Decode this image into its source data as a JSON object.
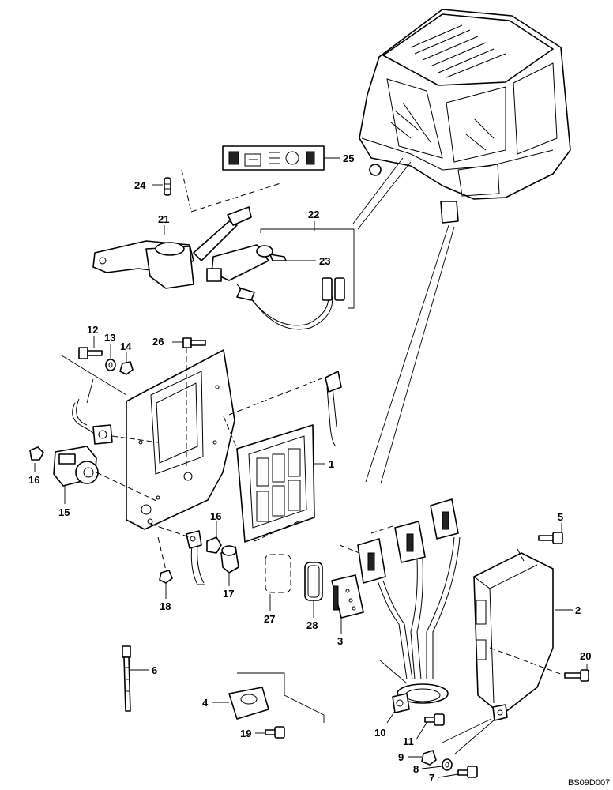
{
  "callouts": {
    "c1": "1",
    "c2": "2",
    "c3": "3",
    "c4": "4",
    "c5": "5",
    "c6": "6",
    "c7": "7",
    "c8": "8",
    "c9": "9",
    "c10": "10",
    "c11": "11",
    "c12": "12",
    "c13": "13",
    "c14": "14",
    "c15": "15",
    "c16a": "16",
    "c16b": "16",
    "c17": "17",
    "c18": "18",
    "c19": "19",
    "c20": "20",
    "c21": "21",
    "c22": "22",
    "c23": "23",
    "c24": "24",
    "c25": "25",
    "c26": "26",
    "c27": "27",
    "c28": "28"
  },
  "drawing_code": "BS09D007"
}
